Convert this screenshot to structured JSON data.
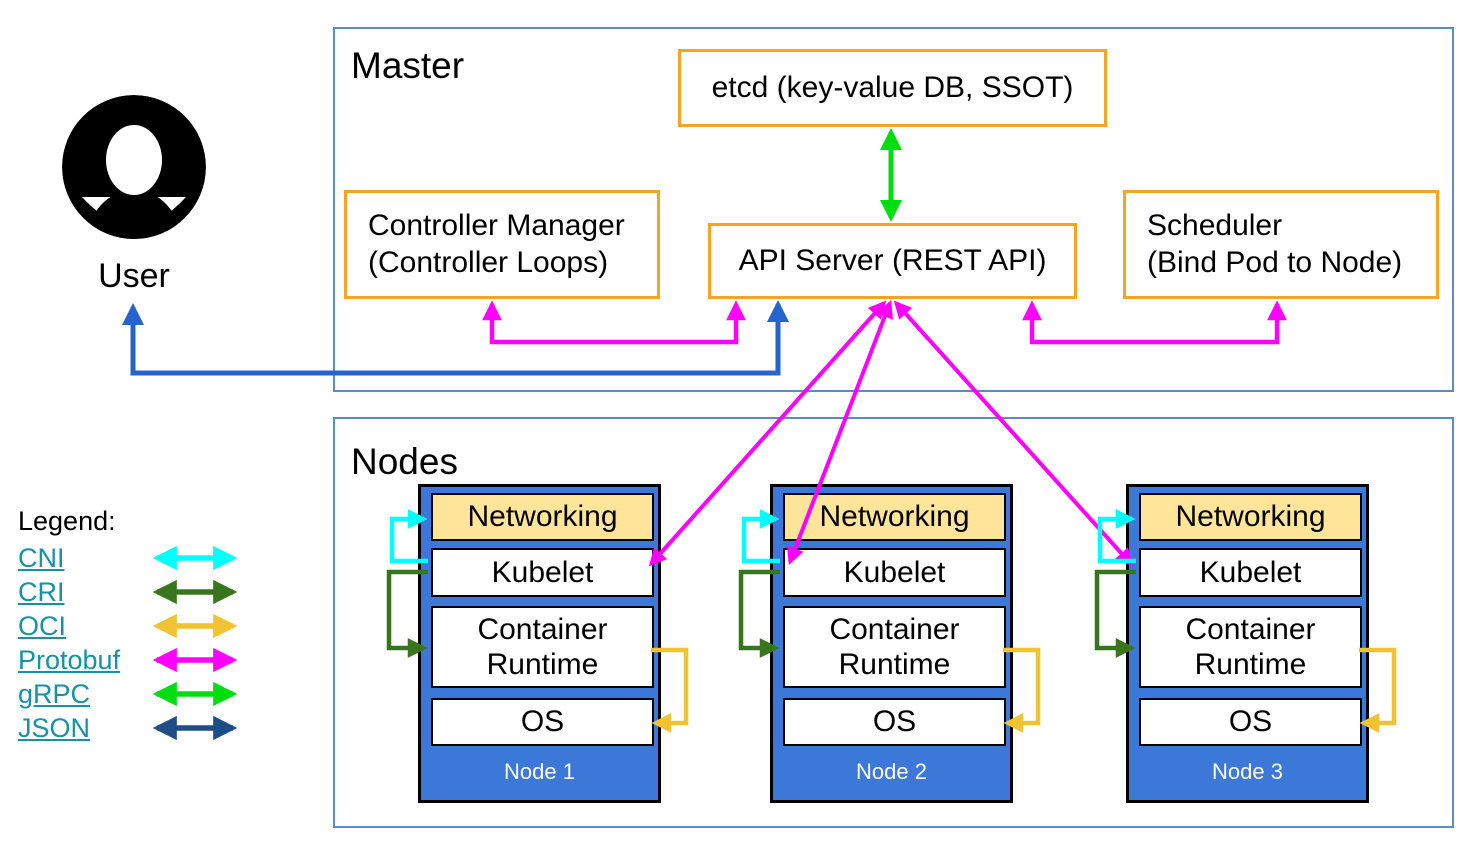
{
  "user": {
    "label": "User"
  },
  "master": {
    "label": "Master",
    "etcd_label": "etcd (key-value DB, SSOT)",
    "controller_manager": {
      "line1": "Controller Manager",
      "line2": "(Controller Loops)"
    },
    "api_server_label": "API Server (REST API)",
    "scheduler": {
      "line1": "Scheduler",
      "line2": "(Bind Pod to Node)"
    }
  },
  "nodes_section": {
    "label": "Nodes",
    "nodes": [
      {
        "name": "Node 1",
        "layers": {
          "networking": "Networking",
          "kubelet": "Kubelet",
          "runtime": "Container Runtime",
          "os": "OS"
        }
      },
      {
        "name": "Node 2",
        "layers": {
          "networking": "Networking",
          "kubelet": "Kubelet",
          "runtime": "Container Runtime",
          "os": "OS"
        }
      },
      {
        "name": "Node 3",
        "layers": {
          "networking": "Networking",
          "kubelet": "Kubelet",
          "runtime": "Container Runtime",
          "os": "OS"
        }
      }
    ]
  },
  "legend": {
    "title": "Legend:",
    "items": [
      {
        "label": "CNI",
        "color": "#00ffff"
      },
      {
        "label": "CRI",
        "color": "#38761d"
      },
      {
        "label": "OCI",
        "color": "#f1c232"
      },
      {
        "label": "Protobuf",
        "color": "#ff00ff"
      },
      {
        "label": "gRPC",
        "color": "#00dd11"
      },
      {
        "label": "JSON",
        "color": "#1f4e87"
      }
    ]
  },
  "colors": {
    "cni": "#00ffff",
    "cri": "#38761d",
    "oci": "#f1c232",
    "protobuf": "#ff00ff",
    "grpc": "#00dd11",
    "json": "#1f4e87",
    "user_arrow": "#2563cf",
    "box_border": "#f6a423",
    "section_border": "#5b8ac9",
    "node_fill": "#3c78d8",
    "networking_fill": "#ffe599",
    "legend_link": "#1791a8"
  }
}
